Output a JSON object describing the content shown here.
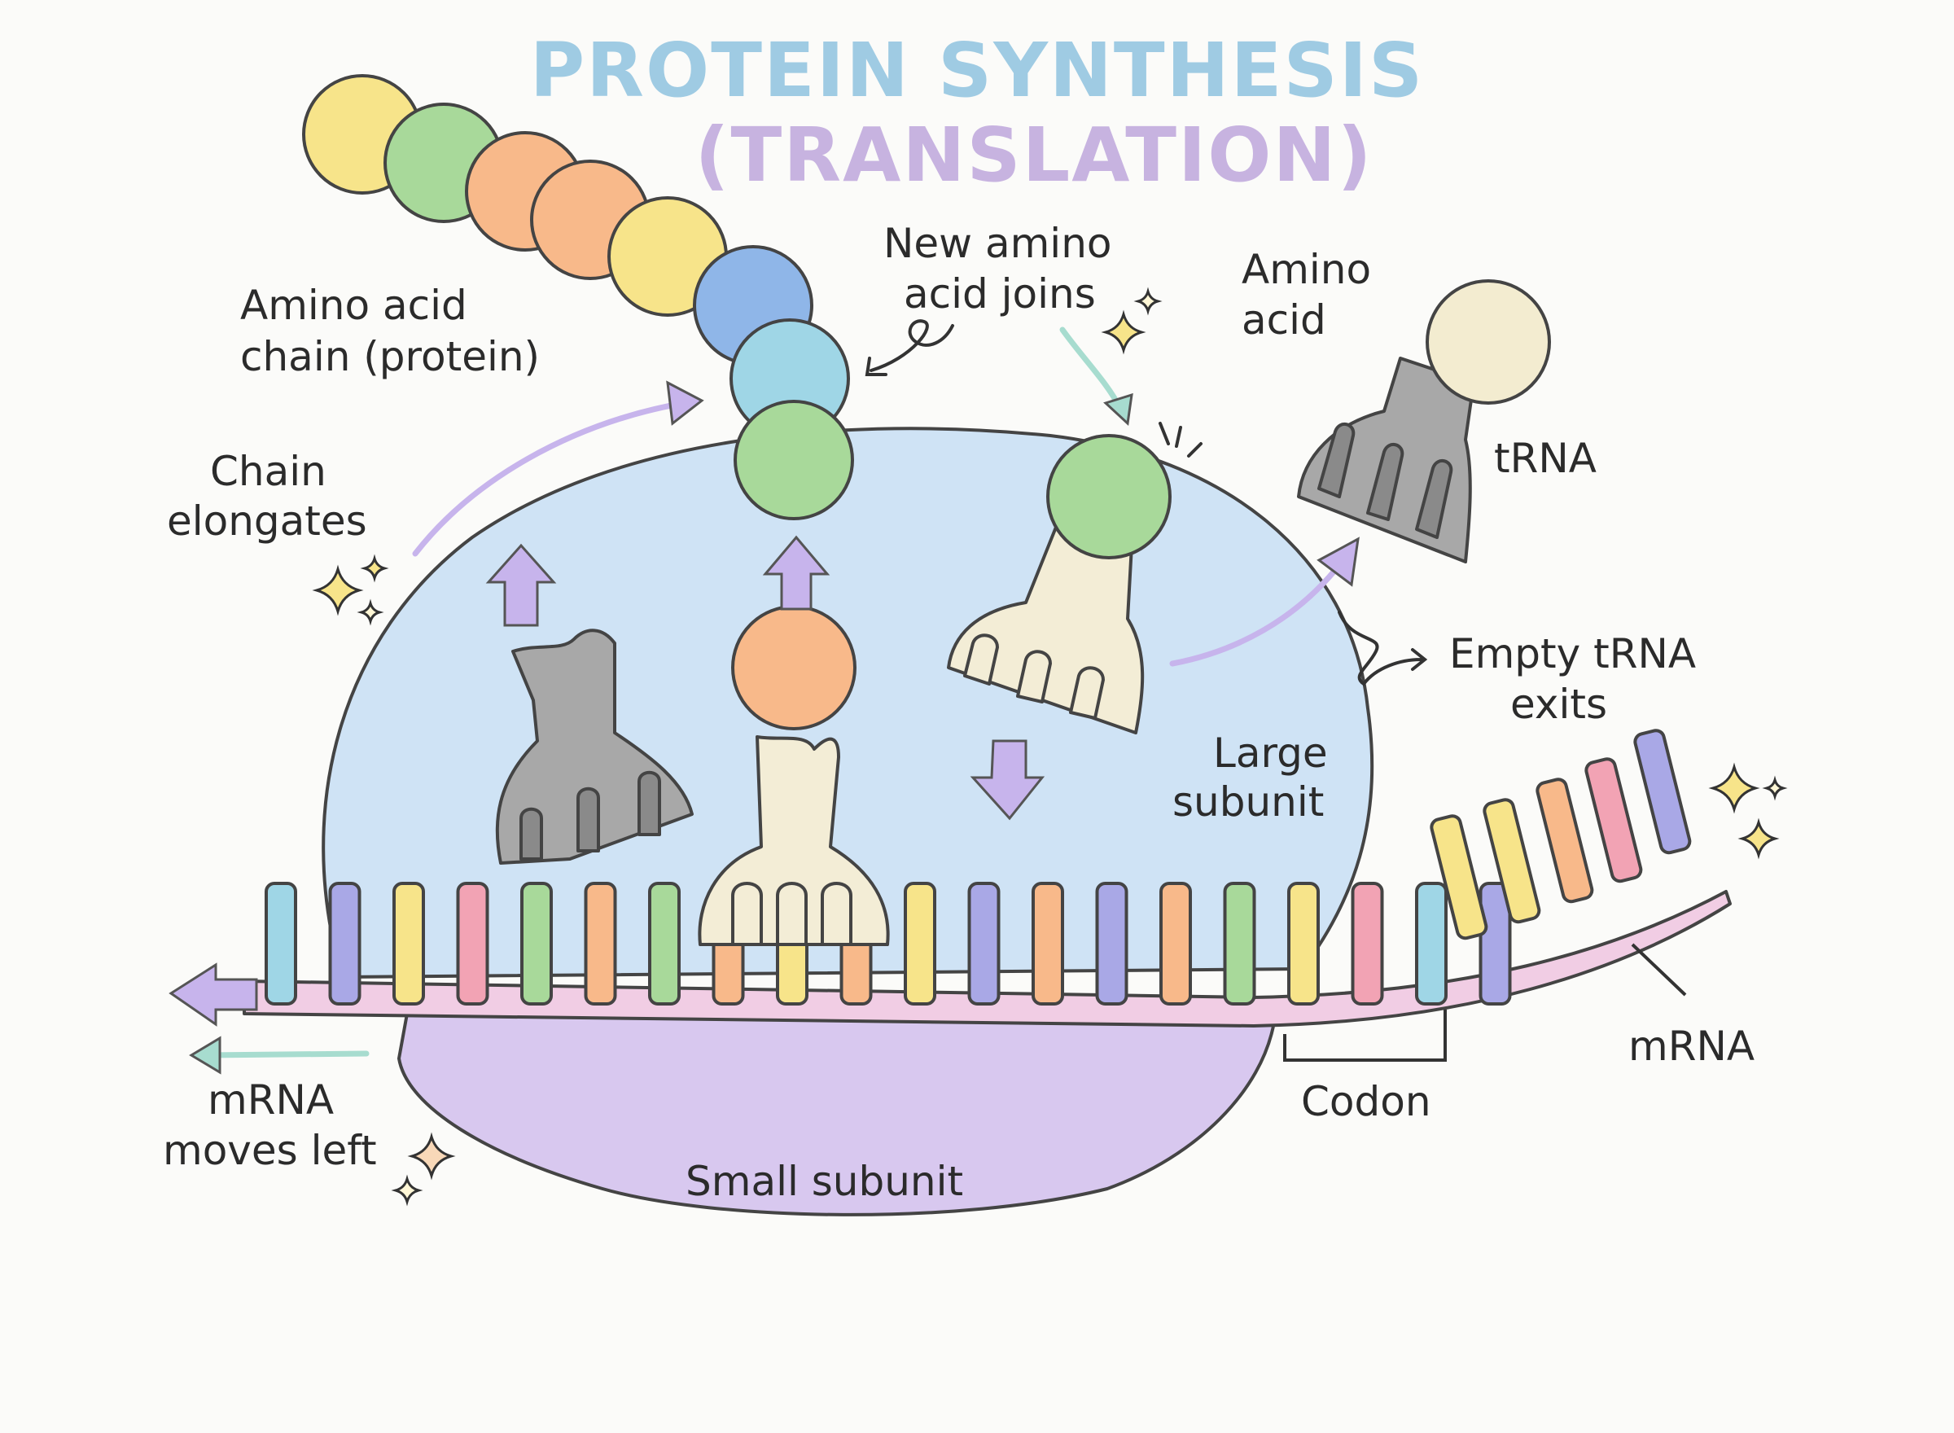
{
  "title": {
    "line1": "PROTEIN SYNTHESIS",
    "line2": "(TRANSLATION)"
  },
  "labels": {
    "chain_protein": [
      "Amino acid",
      "chain (protein)"
    ],
    "new_amino": [
      "New amino",
      "acid joins"
    ],
    "amino_acid": [
      "Amino",
      "acid"
    ],
    "trna": "tRNA",
    "chain_elongates": [
      "Chain",
      "elongates"
    ],
    "empty_trna": [
      "Empty tRNA",
      "exits"
    ],
    "large_subunit": [
      "Large",
      "subunit"
    ],
    "mrna_moves": [
      "mRNA",
      "moves left"
    ],
    "codon": "Codon",
    "mrna": "mRNA",
    "small_subunit": "Small subunit"
  },
  "colors": {
    "title1": "#9fcbe3",
    "title2": "#c7b3e0",
    "large_subunit": "#cfe3f5",
    "small_subunit": "#d8c8ef",
    "mrna_strand": "#f1cde4",
    "trna_gray": "#a8a8a8",
    "trna_cream": "#f3edd6",
    "yellow": "#f7e48a",
    "green": "#a8d99a",
    "orange": "#f8b98a",
    "blue": "#8fb6e8",
    "cyan": "#9fd6e6",
    "purple": "#a9a8e6",
    "pink": "#f2a3b4",
    "cream_ball": "#f3ecd0",
    "arrow_purple": "#c7b4ec",
    "arrow_mint": "#a7dccf"
  },
  "icons": [
    "sparkle-icon",
    "arrow-icon"
  ]
}
